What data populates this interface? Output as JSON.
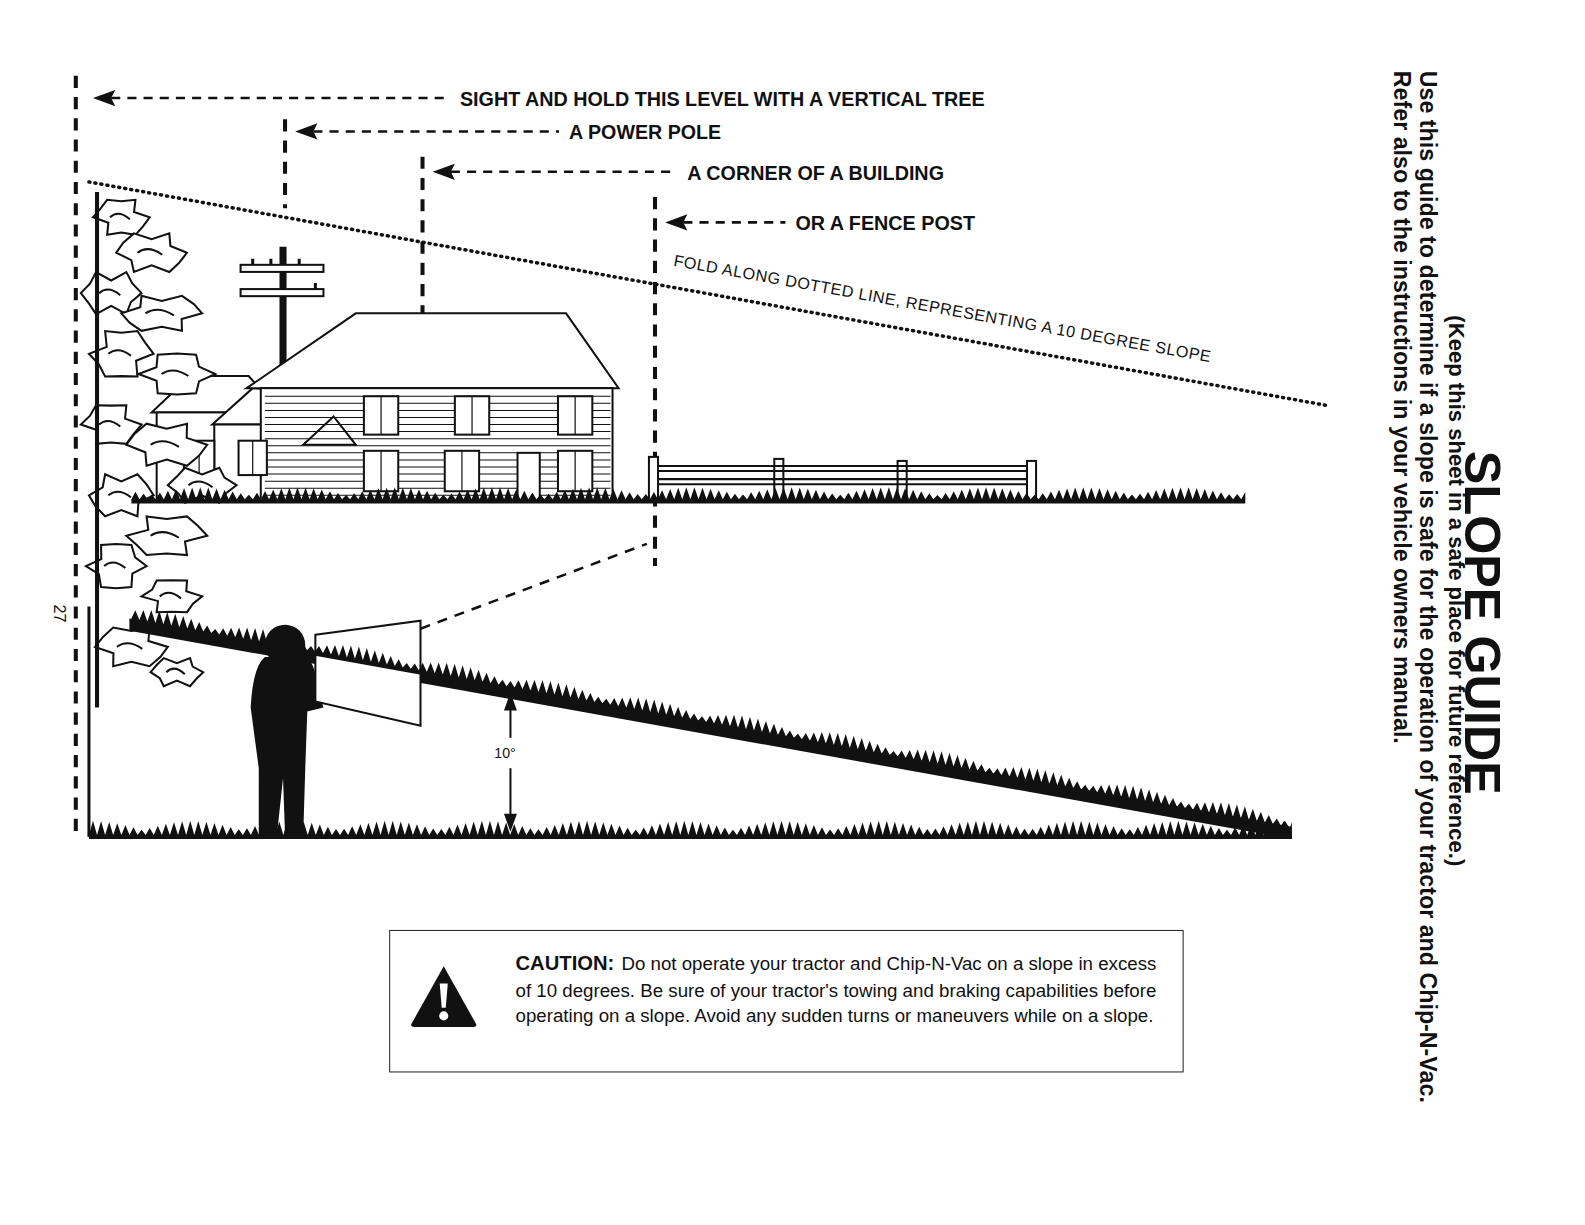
{
  "diagram": {
    "title": "SLOPE GUIDE",
    "nodes": [
      {
        "text": [
          "CAUTION:",
          "Do not operate your tractor and Chip-N-Vac on a slope in excess of 10 degrees. Be sure of your tractor's towing and braking capabilities before operating on a slope. Avoid any sudden turns or maneuvers while on a slope."
        ]
      }
    ],
    "labels": [
      "SIGHT AND HOLD THIS LEVEL WITH A VERTICAL TREE",
      "A POWER POLE",
      "A CORNER OF A BUILDING",
      "OR A FENCE POST",
      "FOLD ALONG DOTTED LINE, REPRESENTING A 10 DEGREE SLOPE",
      "10°",
      "27",
      "(Keep this sheet in a safe place for future reference.)",
      "Use this guide to determine if a slope is safe for the operation of your tractor and Chip-N-Vac.",
      "Refer also to the instructions in your vehicle owners manual."
    ]
  }
}
